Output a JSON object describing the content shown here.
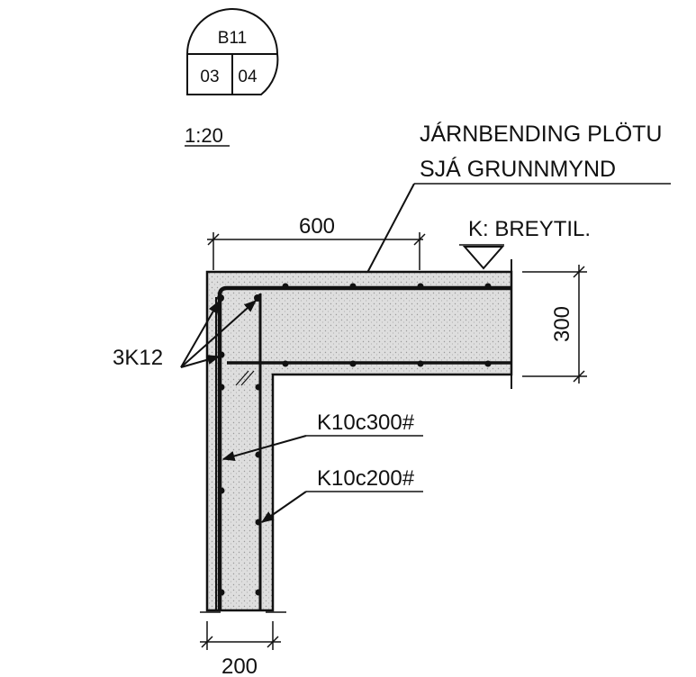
{
  "detail_marker": {
    "id": "B11",
    "sheet_left": "03",
    "sheet_right": "04"
  },
  "scale": "1:20",
  "notes": {
    "slab_reinforcement_line1": "JÁRNBENDING PLÖTU",
    "slab_reinforcement_line2": "SJÁ GRUNNMYND",
    "level_mark": "K: BREYTIL."
  },
  "dimensions": {
    "top": "600",
    "right": "300",
    "bottom": "200"
  },
  "bar_labels": {
    "corner_bars": "3K12",
    "stirrups_outer": "K10c300#",
    "stirrups_inner": "K10c200#"
  }
}
